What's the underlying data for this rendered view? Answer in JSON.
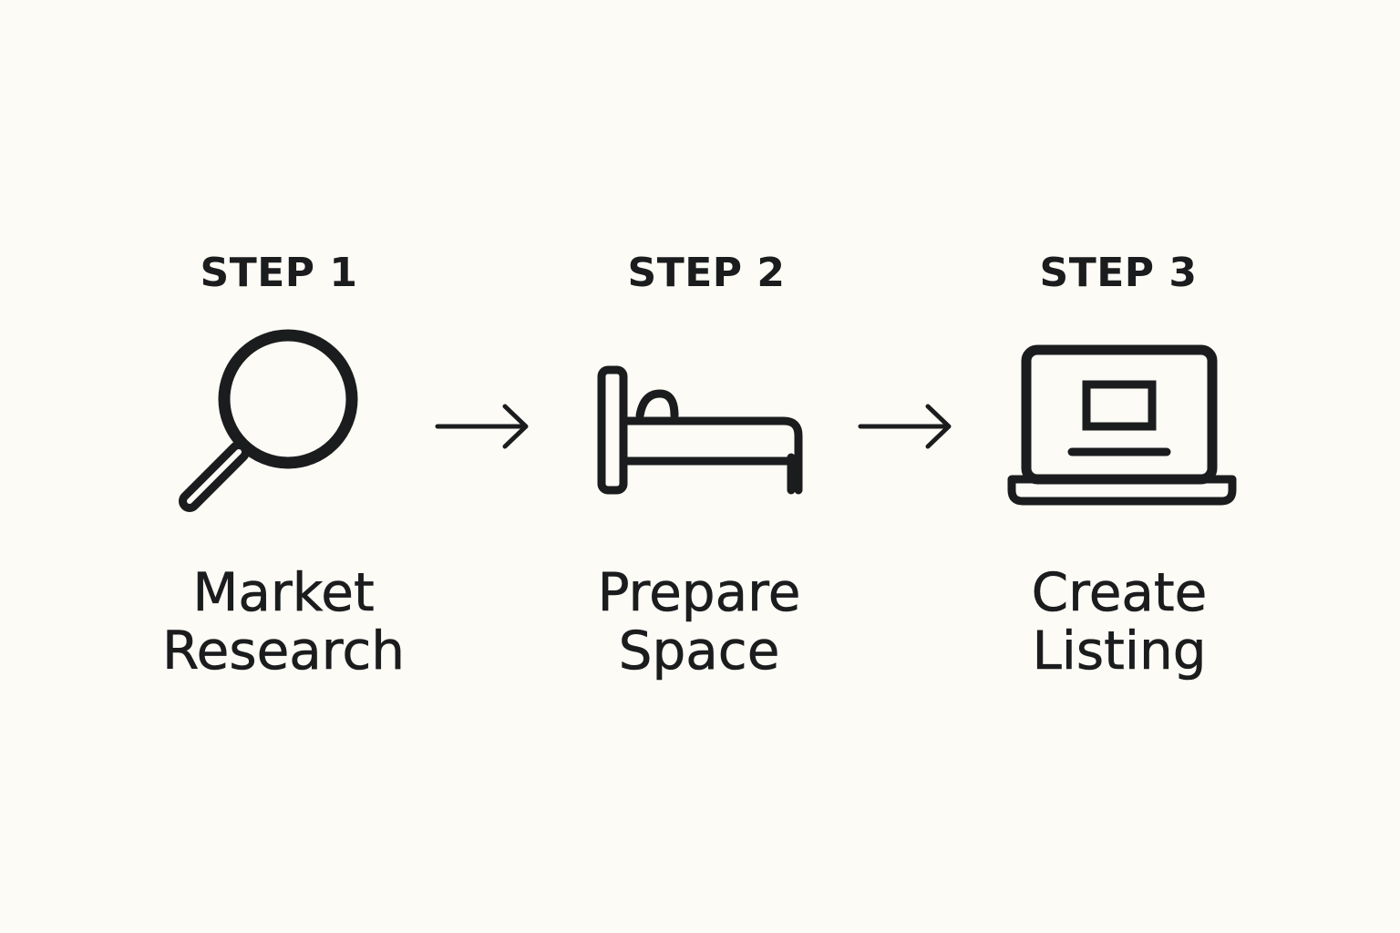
{
  "steps": [
    {
      "heading": "STEP 1",
      "label_lines": [
        "Market",
        "Research"
      ],
      "icon": "magnifying-glass-icon"
    },
    {
      "heading": "STEP 2",
      "label_lines": [
        "Prepare",
        "Space"
      ],
      "icon": "bed-icon"
    },
    {
      "heading": "STEP 3",
      "label_lines": [
        "Create",
        "Listing"
      ],
      "icon": "laptop-icon"
    }
  ],
  "arrows": [
    "arrow-right-icon",
    "arrow-right-icon"
  ],
  "colors": {
    "background": "#fcfbf6",
    "ink": "#1b1c1d"
  }
}
